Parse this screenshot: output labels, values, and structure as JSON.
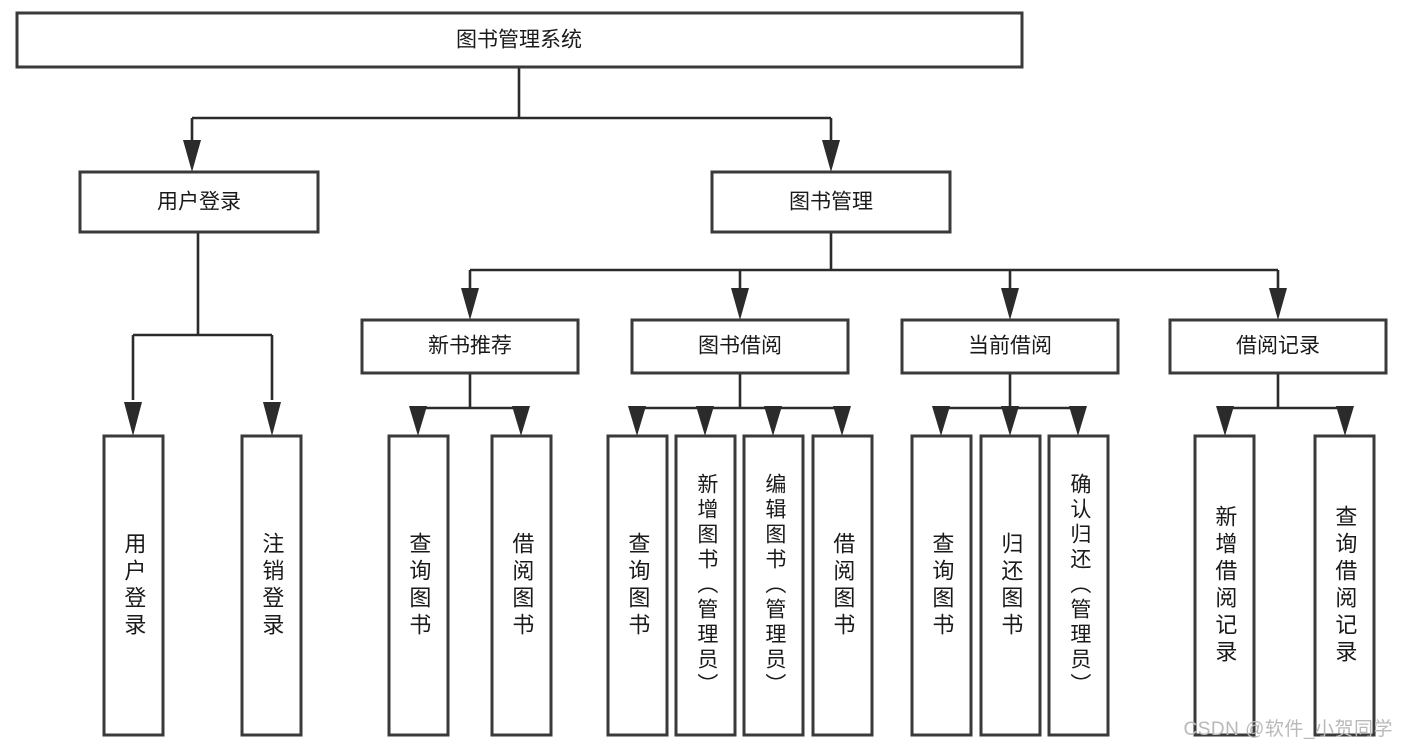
{
  "diagram": {
    "title": "图书管理系统",
    "type": "tree-hierarchy-diagram",
    "colors": {
      "box_stroke": "#3a3a3a",
      "box_fill": "#ffffff",
      "connector": "#2b2b2b",
      "text": "#1a1a1a",
      "watermark": "#b9b9b9",
      "background": "#ffffff"
    },
    "root": {
      "label": "图书管理系统",
      "orientation": "horizontal"
    },
    "level2": [
      {
        "label": "用户登录",
        "orientation": "horizontal"
      },
      {
        "label": "图书管理",
        "orientation": "horizontal"
      }
    ],
    "level3": [
      {
        "label": "新书推荐",
        "orientation": "horizontal"
      },
      {
        "label": "图书借阅",
        "orientation": "horizontal"
      },
      {
        "label": "当前借阅",
        "orientation": "horizontal"
      },
      {
        "label": "借阅记录",
        "orientation": "horizontal"
      }
    ],
    "leaves": {
      "user_login": [
        {
          "label": "用户登录",
          "orientation": "vertical"
        },
        {
          "label": "注销登录",
          "orientation": "vertical"
        }
      ],
      "new_book_recommend": [
        {
          "label": "查询图书",
          "orientation": "vertical"
        },
        {
          "label": "借阅图书",
          "orientation": "vertical"
        }
      ],
      "book_borrow": [
        {
          "label": "查询图书",
          "orientation": "vertical"
        },
        {
          "label": "新增图书（管理员）",
          "orientation": "vertical"
        },
        {
          "label": "编辑图书（管理员）",
          "orientation": "vertical"
        },
        {
          "label": "借阅图书",
          "orientation": "vertical"
        }
      ],
      "current_borrow": [
        {
          "label": "查询图书",
          "orientation": "vertical"
        },
        {
          "label": "归还图书",
          "orientation": "vertical"
        },
        {
          "label": "确认归还（管理员）",
          "orientation": "vertical"
        }
      ],
      "borrow_record": [
        {
          "label": "新增借阅记录",
          "orientation": "vertical"
        },
        {
          "label": "查询借阅记录",
          "orientation": "vertical"
        }
      ]
    }
  },
  "watermark": {
    "text": "CSDN @软件_小贺同学"
  }
}
